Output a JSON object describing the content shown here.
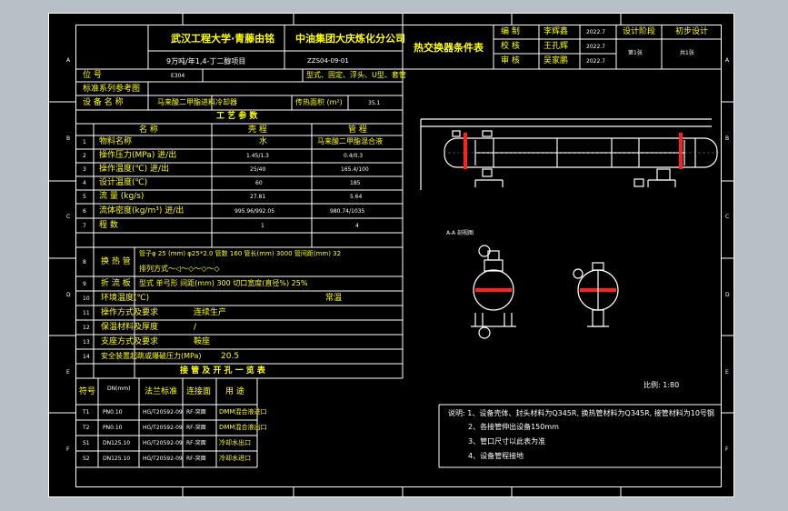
{
  "colors": {
    "background": "#b9bfc7",
    "sheet": "#000000",
    "frame": "#ffffff",
    "text_primary": "#ffff00",
    "text_secondary": "#ffffff",
    "accent": "#00e5ff",
    "drawing": "#ffffff"
  },
  "title_block": {
    "university": "武汉工程大学·青藤由铭",
    "project": "9万吨/年1,4-丁二醇项目",
    "company": "中油集团大庆炼化分公司",
    "drawing_no": "ZZS04-09-01",
    "sheet_title": "热交换器条件表",
    "roles": [
      {
        "role": "编 制",
        "name": "李辉鑫",
        "date": "2022.7"
      },
      {
        "role": "校 核",
        "name": "王孔辉",
        "date": "2022.7"
      },
      {
        "role": "审 核",
        "name": "吴家鹏",
        "date": "2022.7"
      }
    ],
    "design_stage_label": "设计阶段",
    "design_stage_value": "初步设计",
    "sheet_total": "第1张",
    "sheet_count": "共1张"
  },
  "zone_letters": [
    "A",
    "B",
    "C",
    "D",
    "E",
    "F"
  ],
  "header": {
    "position_label": "位 号",
    "position_value": "E304",
    "type_label": "型式、固定、浮头、U型、套管",
    "standard_label": "标准系列参考图",
    "equipment_label": "设 备 名 称",
    "equipment_value": "马来酸二甲酯进料冷却器",
    "area_label": "传热面积 (m²)",
    "area_value": "35.1"
  },
  "process": {
    "title": "工 艺 参 数",
    "col_item": "名 称",
    "col_shell": "壳 程",
    "col_tube": "管 程",
    "rows": [
      {
        "no": "1",
        "name": "物料名称",
        "shell": "水",
        "tube": "马来酸二甲酯混合液"
      },
      {
        "no": "2",
        "name": "操作压力(MPa) 进/出",
        "shell": "1.45/1.3",
        "tube": "0.4/0.3"
      },
      {
        "no": "3",
        "name": "操作温度(℃) 进/出",
        "shell": "25/40",
        "tube": "165.4/100"
      },
      {
        "no": "4",
        "name": "设计温度(℃)",
        "shell": "60",
        "tube": "185"
      },
      {
        "no": "5",
        "name": "流 量 (kg/s)",
        "shell": "27.81",
        "tube": "5.64"
      },
      {
        "no": "6",
        "name": "流体密度(kg/m³) 进/出",
        "shell": "995.96/992.05",
        "tube": "980.74/1035"
      },
      {
        "no": "7",
        "name": "程 数",
        "shell": "1",
        "tube": "4"
      }
    ],
    "tubes_label": "换 热 管",
    "tubes_line1": "管子φ 25 (mm) φ25*2.0 管数 160 管长(mm) 3000 管间距(mm) 32",
    "tubes_line2": "排列方式～◁～◇～◇～◇",
    "baffle_label": "折 流 板",
    "baffle_line": "型式 单弓形    间距(mm) 300    切口宽度(直径%) 25%",
    "rows_b": [
      {
        "no": "10",
        "name": "环境温度(℃)",
        "value": "常温"
      },
      {
        "no": "11",
        "name": "操作方式及要求",
        "value": "连续生产"
      },
      {
        "no": "12",
        "name": "保温材料及厚度",
        "value": "/"
      },
      {
        "no": "13",
        "name": "支座方式及要求",
        "value": "鞍座"
      },
      {
        "no": "14",
        "name": "安全装置起跳或爆破压力(MPa)",
        "value": "20.5"
      }
    ],
    "row_no_tubes": "8",
    "row_no_baffle": "9"
  },
  "nozzles": {
    "title": "接 管 及 开 孔 一 览 表",
    "headers": [
      "符号",
      "DN(mm)",
      "法兰标准",
      "连接面",
      "用 途"
    ],
    "rows": [
      {
        "sym": "T1",
        "dn": "PN0.10",
        "std": "HG/T20592-09",
        "face": "RF-突面",
        "use": "DMM混合液进口"
      },
      {
        "sym": "T2",
        "dn": "PN0.10",
        "std": "HG/T20592-09",
        "face": "RF-突面",
        "use": "DMM混合液出口"
      },
      {
        "sym": "S1",
        "dn": "DN125.10",
        "std": "HG/T20592-09",
        "face": "RF-突面",
        "use": "冷却水出口"
      },
      {
        "sym": "S2",
        "dn": "DN125.10",
        "std": "HG/T20592-09",
        "face": "RF-突面",
        "use": "冷却水进口"
      }
    ]
  },
  "drawing": {
    "section_label": "A-A 剖视图",
    "scale": "比例: 1:80"
  },
  "notes": [
    "说明: 1、设备壳体、封头材料为Q345R, 换热管材料为Q345R, 接管材料为10号钢",
    "2、各接管伸出设备150mm",
    "3、管口尺寸以此表为准",
    "4、设备管程接地"
  ]
}
